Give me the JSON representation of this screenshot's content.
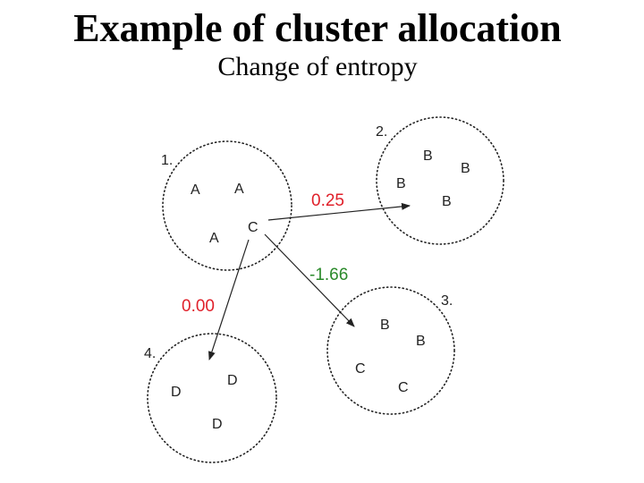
{
  "title": "Example of cluster allocation",
  "subtitle": "Change of entropy",
  "colors": {
    "positive_weight": "#e0202a",
    "negative_weight": "#2a8a2a",
    "stroke": "#222222"
  },
  "clusters": [
    {
      "number": "1.",
      "items": [
        "A",
        "A",
        "A",
        "C"
      ]
    },
    {
      "number": "2.",
      "items": [
        "B",
        "B",
        "B",
        "B"
      ]
    },
    {
      "number": "3.",
      "items": [
        "B",
        "B",
        "C",
        "C"
      ]
    },
    {
      "number": "4.",
      "items": [
        "D",
        "D",
        "D"
      ]
    }
  ],
  "moves": [
    {
      "from": "1.",
      "to": "2.",
      "label": "0.25"
    },
    {
      "from": "1.",
      "to": "3.",
      "label": "-1.66"
    },
    {
      "from": "1.",
      "to": "4.",
      "label": "0.00"
    }
  ]
}
